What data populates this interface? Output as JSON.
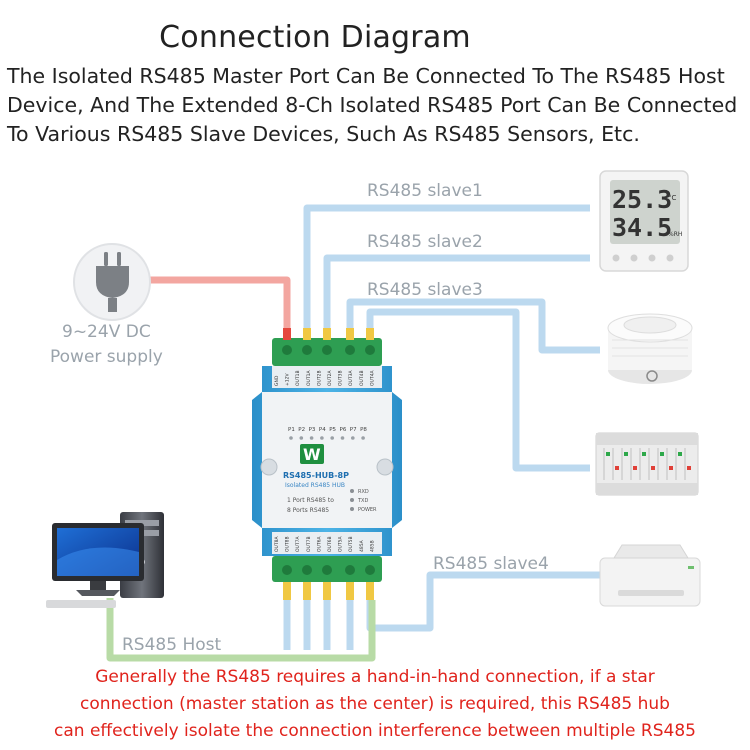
{
  "title": "Connection Diagram",
  "intro": [
    "The Isolated RS485 Master Port Can Be Connected To The RS485 Host",
    "Device, And The Extended 8-Ch Isolated RS485 Port Can Be Connected",
    "To Various RS485 Slave Devices, Such As RS485 Sensors, Etc."
  ],
  "labels": {
    "slave1": "RS485 slave1",
    "slave2": "RS485 slave2",
    "slave3": "RS485 slave3",
    "slave4": "RS485 slave4",
    "host": "RS485 Host",
    "power_voltage": "9~24V DC",
    "power_supply": "Power supply"
  },
  "hub": {
    "logo": "W",
    "model": "RS485-HUB-8P",
    "subtitle": "Isolated RS485 HUB",
    "desc_line1": "1 Port RS485 to",
    "desc_line2": "8 Ports RS485",
    "led_rxd": "RXD",
    "led_txd": "TXD",
    "led_power": "POWER",
    "port_labels": [
      "P1",
      "P2",
      "P3",
      "P4",
      "P5",
      "P6",
      "P7",
      "P8"
    ],
    "top_terms": [
      "GND",
      "+12V",
      "OUT1B",
      "OUT1A",
      "OUT2B",
      "OUT2A",
      "OUT3B",
      "OUT3A",
      "OUT4B",
      "OUT4A"
    ],
    "bottom_terms": [
      "OUT8A",
      "OUT8B",
      "OUT7A",
      "OUT7B",
      "OUT6A",
      "OUT6B",
      "OUT5A",
      "OUT5B",
      "485A",
      "485B"
    ]
  },
  "devices": {
    "thermo_temp": "25.3",
    "thermo_temp_unit": "°C",
    "thermo_hum": "34.5",
    "thermo_hum_unit": "%RH"
  },
  "note": [
    "Generally the RS485 requires a hand-in-hand connection, if a star",
    "connection (master station as the center) is required, this RS485 hub",
    "can effectively isolate the connection interference between multiple RS485"
  ],
  "colors": {
    "wire_blue": "#b9d8ee",
    "wire_red": "#f3a6a0",
    "wire_green": "#b8dba6",
    "hub_blue": "#3fa6dc",
    "terminal_green": "#2e9e52",
    "note_red": "#e0231c"
  }
}
